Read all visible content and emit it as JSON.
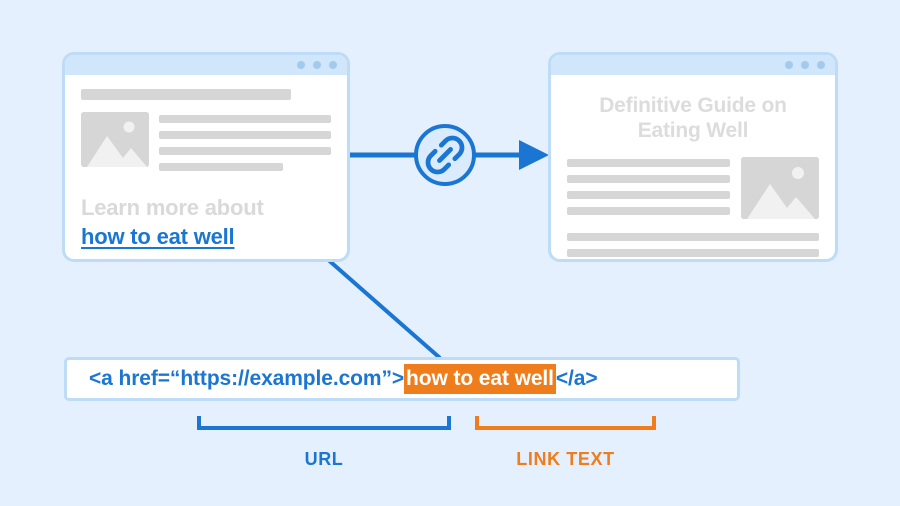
{
  "background_color": "#e4f0fd",
  "colors": {
    "blue": "#1a76d2",
    "orange": "#f07d1c",
    "placeholder_gray": "#d6d6d6",
    "window_border": "#bedcf5",
    "titlebar": "#cfe6fb"
  },
  "source_window": {
    "name": "source-page",
    "teaser_prefix": "Learn more about",
    "teaser_link": "how to eat well",
    "window_dots": 3
  },
  "target_window": {
    "name": "destination-page",
    "title": "Definitive Guide on Eating Well",
    "window_dots": 3
  },
  "connector": {
    "badge_icon": "link-chain-icon",
    "arrow_icon": "arrow-right-icon"
  },
  "code_snippet": {
    "before": "<a href=“https://example.com”>",
    "highlight": "how to eat well",
    "after": "</a>"
  },
  "annotations": {
    "url_label": "URL",
    "link_text_label": "LINK TEXT"
  }
}
